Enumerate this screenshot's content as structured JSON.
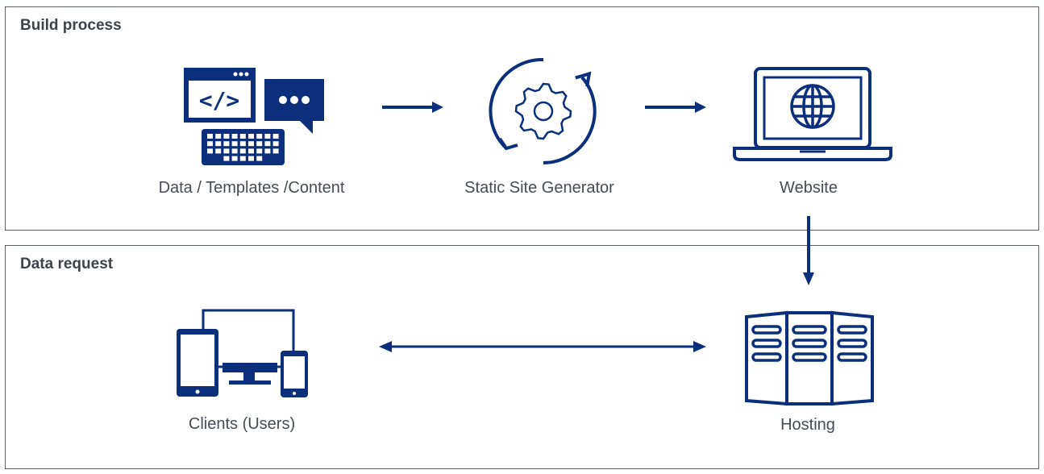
{
  "build_process": {
    "title": "Build process",
    "nodes": [
      {
        "label": "Data / Templates /Content",
        "icon": "code-editor-chat-keyboard-icon"
      },
      {
        "label": "Static Site Generator",
        "icon": "gear-cycle-icon"
      },
      {
        "label": "Website",
        "icon": "laptop-globe-icon"
      }
    ]
  },
  "data_request": {
    "title": "Data request",
    "nodes": [
      {
        "label": "Clients (Users)",
        "icon": "devices-icon"
      },
      {
        "label": "Hosting",
        "icon": "server-rack-icon"
      }
    ]
  },
  "colors": {
    "accent": "#0b2f7a",
    "border": "#5a5f66",
    "text": "#454c55"
  }
}
